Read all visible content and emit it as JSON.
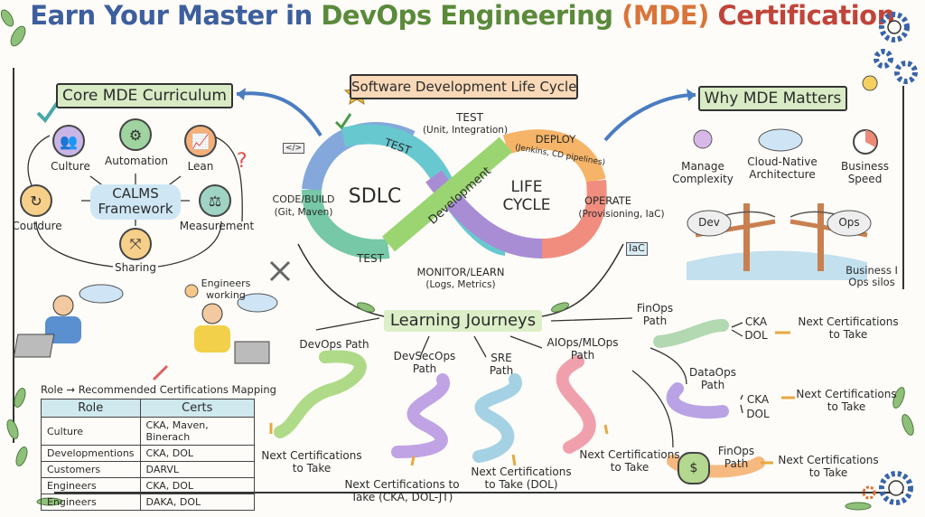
{
  "title": {
    "part1": "Earn Your Master in ",
    "part2": "DevOps Engineering ",
    "part3": "(MDE) ",
    "part4": "Certification"
  },
  "colors": {
    "blue": "#3d5f9e",
    "green": "#5a8a3a",
    "orange": "#d9743a",
    "red": "#c0443a"
  },
  "curriculum": {
    "heading": "Core MDE Curriculum",
    "center": "CALMS Framework",
    "nodes": [
      "Culture",
      "Automation",
      "Lean",
      "Coutdure",
      "Measurement",
      "Sharing"
    ]
  },
  "engineers": {
    "label": "Engineers working"
  },
  "table": {
    "caption": "Role → Recommended Certifications Mapping",
    "headers": [
      "Role",
      "Certs"
    ],
    "rows": [
      [
        "Culture",
        "CKA, Maven, Binerach"
      ],
      [
        "Developmentions",
        "CKA, DOL"
      ],
      [
        "Customers",
        "DARVL"
      ],
      [
        "Engineers",
        "CKA, DOL"
      ],
      [
        "Engineers",
        "DAKA, DOL"
      ]
    ]
  },
  "sdlc": {
    "heading": "Software Development Life Cycle",
    "left_center": "SDLC",
    "right_center": "LIFE CYCLE",
    "diagonal": "Development",
    "test_top": "TEST",
    "test_bottom": "TEST",
    "test_note": "TEST",
    "test_note_sub": "(Unit, Integration)",
    "code": "CODE/BUILD",
    "code_sub": "(Git, Maven)",
    "deploy": "DEPLOY",
    "deploy_sub": "(Jenkins, CD pipelines)",
    "operate": "OPERATE",
    "operate_sub": "(Provisioning, IaC)",
    "monitor": "MONITOR/LEARN",
    "monitor_sub": "(Logs, Metrics)",
    "iac": "IaC",
    "code_icon": "</>"
  },
  "why": {
    "heading": "Why MDE Matters",
    "items": [
      "Manage Complexity",
      "Cloud-Native Architecture",
      "Business Speed"
    ],
    "dev": "Dev",
    "ops": "Ops",
    "silos": "Business I Ops silos"
  },
  "journeys": {
    "heading": "Learning Journeys",
    "paths": [
      {
        "name": "DevOps Path",
        "next": "Next Certifications to Take"
      },
      {
        "name": "DevSecOps Path",
        "next": "Next Certifications to Take (CKA, DOL-JT)"
      },
      {
        "name": "SRE Path",
        "next": "Next Certifications to Take (DOL)"
      },
      {
        "name": "AIOps/MLOps Path",
        "next": "Next Certifications to Take"
      }
    ],
    "side": [
      {
        "name": "FinOps Path",
        "certs": [
          "CKA",
          "DOL"
        ],
        "next": "Next Certifications to Take"
      },
      {
        "name": "DataOps Path",
        "certs": [
          "CKA",
          "DOL"
        ],
        "next": "Next Certifications to Take"
      },
      {
        "name": "FinOps Path",
        "certs": [],
        "next": "Next Certifications to Take"
      }
    ]
  }
}
